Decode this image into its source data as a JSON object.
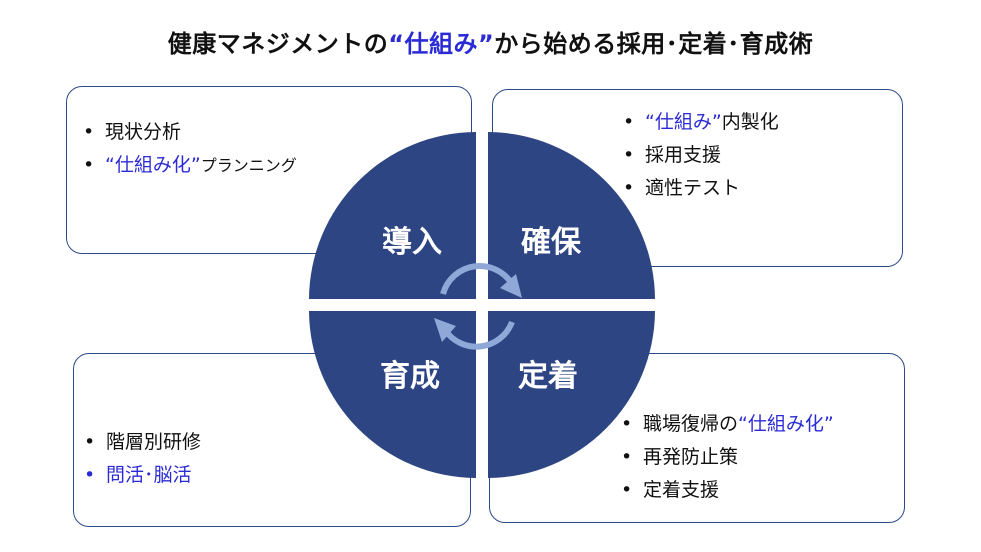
{
  "title": {
    "before": "健康マネジメントの",
    "highlight": "“仕組み”",
    "after": "から始める採用･定着･育成術"
  },
  "quadrants": {
    "top_left": "導入",
    "top_right": "確保",
    "bottom_left": "育成",
    "bottom_right": "定着"
  },
  "boxes": {
    "top_left": {
      "item1": "現状分析",
      "item2_highlight": "“仕組み化”",
      "item2_rest": "プランニング"
    },
    "top_right": {
      "item1_highlight": "“仕組み”",
      "item1_rest": "内製化",
      "item2": "採用支援",
      "item3": "適性テスト"
    },
    "bottom_left": {
      "item1": "階層別研修",
      "item2": "問活･脳活"
    },
    "bottom_right": {
      "item1_before": "職場復帰の",
      "item1_highlight": "“仕組み化”",
      "item2": "再発防止策",
      "item3": "定着支援"
    }
  },
  "bullet": "•",
  "colors": {
    "circle": "#2e4583",
    "highlight": "#2b2bd6",
    "border": "#2e4a86",
    "arrow": "#8fa8d8"
  }
}
